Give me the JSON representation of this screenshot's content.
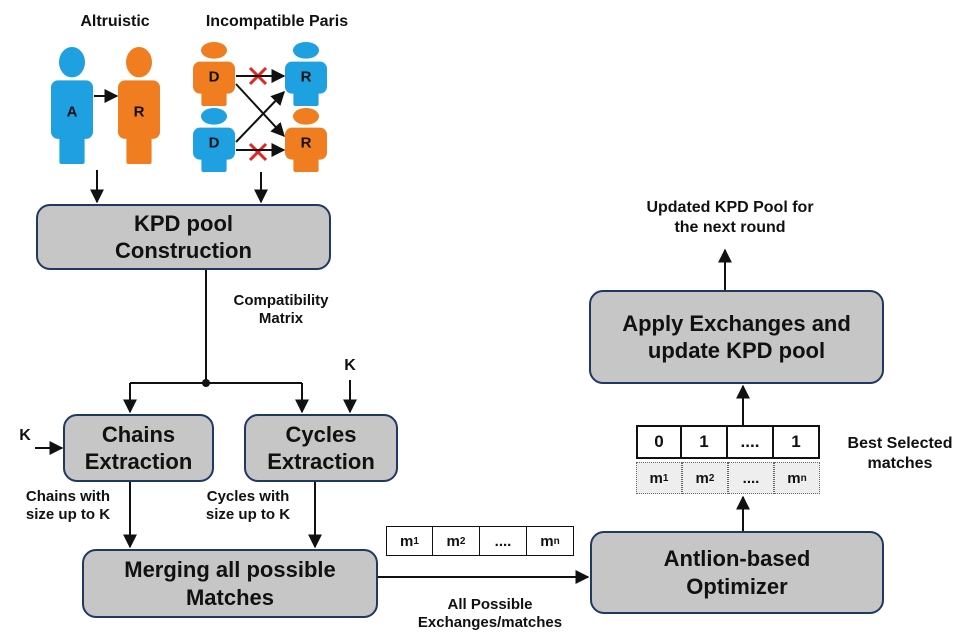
{
  "donors": {
    "altruistic_title": "Altruistic",
    "incompatible_title": "Incompatible Paris",
    "altruist_label": "A",
    "recipient_label": "R",
    "donor_label": "D",
    "colors": {
      "blue": "#1fa0e0",
      "orange": "#f07e20",
      "cross": "#e8241f"
    }
  },
  "boxes": {
    "kpd_pool": [
      "KPD pool",
      "Construction"
    ],
    "chains": [
      "Chains",
      "Extraction"
    ],
    "cycles": [
      "Cycles",
      "Extraction"
    ],
    "merging": [
      "Merging all possible",
      "Matches"
    ],
    "antlion": [
      "Antlion-based",
      "Optimizer"
    ],
    "apply": [
      "Apply Exchanges and",
      "update KPD pool"
    ]
  },
  "labels": {
    "compatibility": [
      "Compatibility",
      "Matrix"
    ],
    "k_cycles": "K",
    "k_chains": "K",
    "chains_size": [
      "Chains with",
      "size up to K"
    ],
    "cycles_size": [
      "Cycles with",
      "size up to K"
    ],
    "all_possible": [
      "All Possible",
      "Exchanges/matches"
    ],
    "updated_pool": [
      "Updated KPD Pool for",
      "the next round"
    ],
    "best_selected": [
      "Best Selected",
      "matches"
    ]
  },
  "solution": {
    "values": [
      "0",
      "1",
      "....",
      "1"
    ],
    "matches": [
      {
        "base": "m",
        "sub": "1"
      },
      {
        "base": "m",
        "sub": "2"
      },
      {
        "base": "....",
        "sub": ""
      },
      {
        "base": "m",
        "sub": "n"
      }
    ]
  },
  "possible_matches": [
    {
      "base": "m",
      "sub": "1"
    },
    {
      "base": "m",
      "sub": "2"
    },
    {
      "base": "....",
      "sub": ""
    },
    {
      "base": "m",
      "sub": "n"
    }
  ],
  "colors": {
    "box_fill": "#c6c6c6",
    "box_border": "#1f3864"
  }
}
